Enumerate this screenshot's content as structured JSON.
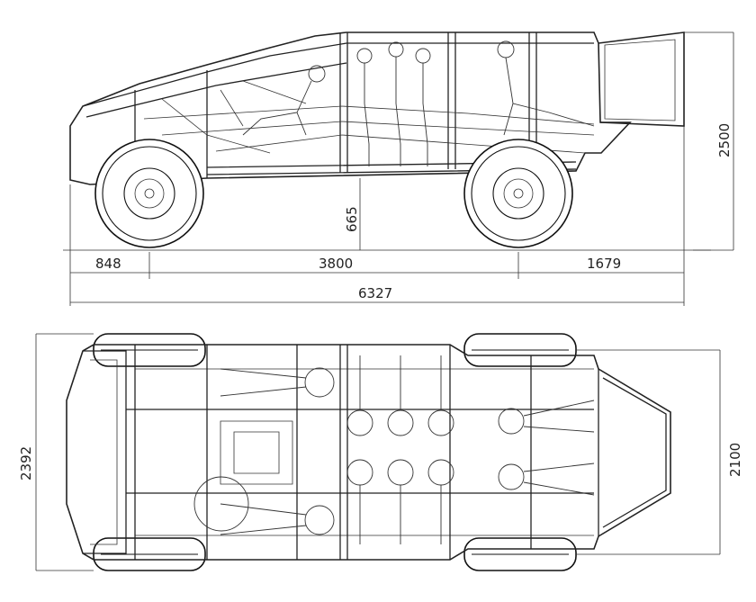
{
  "drawing": {
    "side_view": {
      "front_overhang": "848",
      "wheelbase": "3800",
      "rear_overhang": "1679",
      "overall_length": "6327",
      "ground_clearance": "665",
      "overall_height": "2500"
    },
    "top_view": {
      "overall_width": "2392",
      "track_width": "2100"
    }
  },
  "colors": {
    "line": "#222222",
    "background": "#ffffff"
  }
}
